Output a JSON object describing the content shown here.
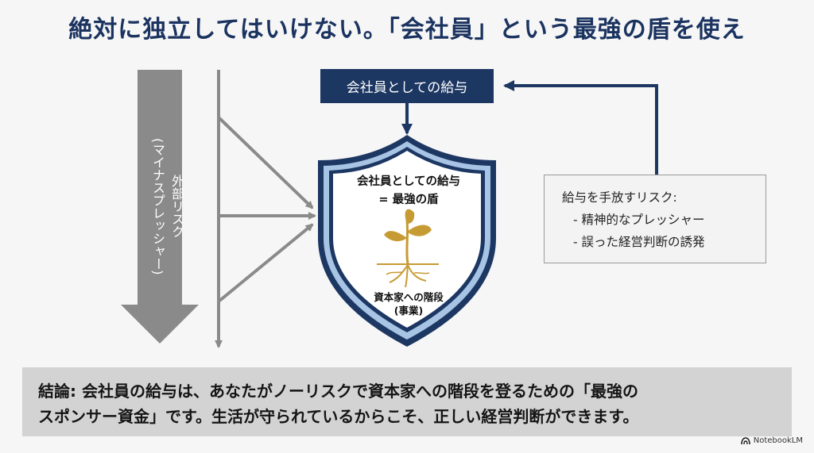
{
  "title": "絶対に独立してはいけない。「会社員」という最強の盾を使え",
  "salary_box": "会社員としての給与",
  "external_risk": {
    "line1": "外部リスク",
    "line2": "(マイナスプレッシャー)"
  },
  "shield": {
    "title_line1": "会社員としての給与",
    "title_line2": "= 最強の盾",
    "bottom_line1": "資本家への階段",
    "bottom_line2": "(事業)",
    "plant_icon": "sprout-icon"
  },
  "risk_box": {
    "heading": "給与を手放すリスク:",
    "items": [
      "- 精神的なプレッシャー",
      "- 誤った経営判断の誘発"
    ]
  },
  "conclusion": {
    "line1": "結論: 会社員の給与は、あなたがノーリスクで資本家への階段を登るための「最強の",
    "line2": "スポンサー資金」です。生活が守られているからこそ、正しい経営判断ができます。"
  },
  "brand": "NotebookLM",
  "colors": {
    "navy": "#1d3763",
    "arrow_gray": "#8a8a8a",
    "gold": "#c79b34",
    "light_blue": "#a8c4e4"
  }
}
